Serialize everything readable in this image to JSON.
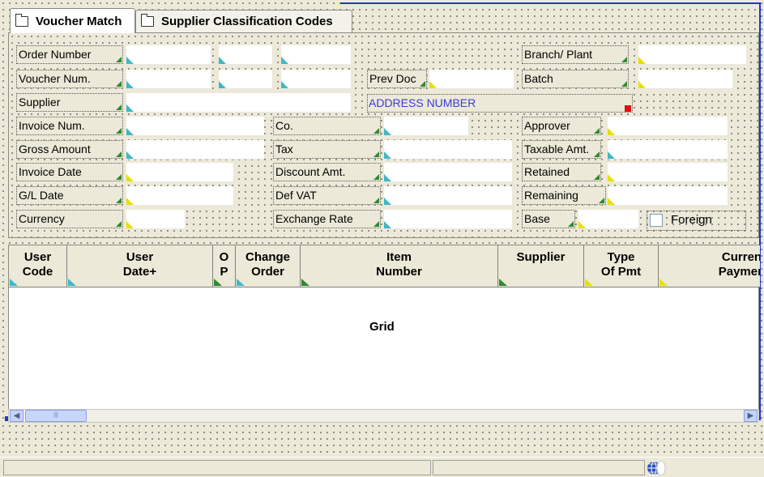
{
  "tabs": [
    {
      "label": "Voucher Match",
      "icon": "folder-icon",
      "active": true
    },
    {
      "label": "Supplier Classification Codes",
      "icon": "folder-icon",
      "active": false
    }
  ],
  "form": {
    "order_number": "Order Number",
    "voucher_num": "Voucher Num.",
    "supplier": "Supplier",
    "invoice_num": "Invoice Num.",
    "gross_amount": "Gross Amount",
    "invoice_date": "Invoice Date",
    "gl_date": "G/L Date",
    "currency": "Currency",
    "prev_doc": "Prev Doc",
    "address_number": "ADDRESS NUMBER",
    "co": "Co.",
    "tax": "Tax",
    "discount_amt": "Discount Amt.",
    "def_vat": "Def VAT",
    "exchange_rate": "Exchange Rate",
    "branch_plant": "Branch/ Plant",
    "batch": "Batch",
    "approver": "Approver",
    "taxable_amt": "Taxable Amt.",
    "retained": "Retained",
    "remaining": "Remaining",
    "base": "Base",
    "foreign": "Foreign"
  },
  "grid": {
    "columns": [
      {
        "label": "User\nCode"
      },
      {
        "label": "User\nDate+"
      },
      {
        "label": "O\nP"
      },
      {
        "label": "Change\nOrder"
      },
      {
        "label": "Item\nNumber"
      },
      {
        "label": "Supplier"
      },
      {
        "label": "Type\nOf Pmt"
      },
      {
        "label": "Curren\nPaymen"
      }
    ],
    "placeholder": "Grid"
  },
  "colors": {
    "accent_blue": "#1f38c8",
    "address_text": "#3a3ae0",
    "marker_cyan": "#3fb8c8",
    "marker_yellow": "#e8e000",
    "marker_green": "#2f8a2f"
  }
}
